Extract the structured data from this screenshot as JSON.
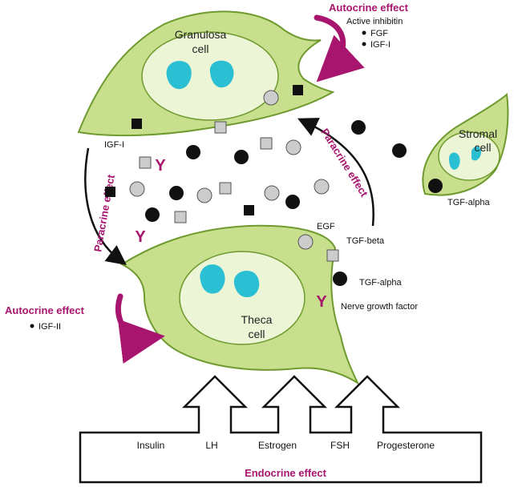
{
  "cells": {
    "granulosa": {
      "line1": "Granulosa",
      "line2": "cell"
    },
    "theca": {
      "line1": "Theca",
      "line2": "cell"
    },
    "stromal": {
      "line1": "Stromal",
      "line2": "cell"
    }
  },
  "autocrine_top": {
    "title": "Autocrine effect",
    "line1": "Active inhibitin",
    "items": [
      "FGF",
      "IGF-I"
    ]
  },
  "autocrine_bottom": {
    "title": "Autocrine effect",
    "items": [
      "IGF-II"
    ]
  },
  "paracrine": {
    "left": "Paracrine effect",
    "right": "Paracrine effect"
  },
  "factors": {
    "igf1": "IGF-I",
    "egf": "EGF",
    "tgf_beta": "TGF-beta",
    "tgf_alpha": "TGF-alpha",
    "ngf": "Nerve growth factor",
    "stromal_tgf_alpha": "TGF-alpha"
  },
  "endocrine": {
    "title": "Endocrine effect",
    "hormones": [
      "Insulin",
      "LH",
      "Estrogen",
      "FSH",
      "Progesterone"
    ]
  },
  "colors": {
    "cell_fill": "#c8e08e",
    "cell_stroke": "#6e9a2e",
    "nucleus_fill": "#ecf5d6",
    "nucleolus": "#2bbfd3",
    "accent": "#a8156e"
  }
}
